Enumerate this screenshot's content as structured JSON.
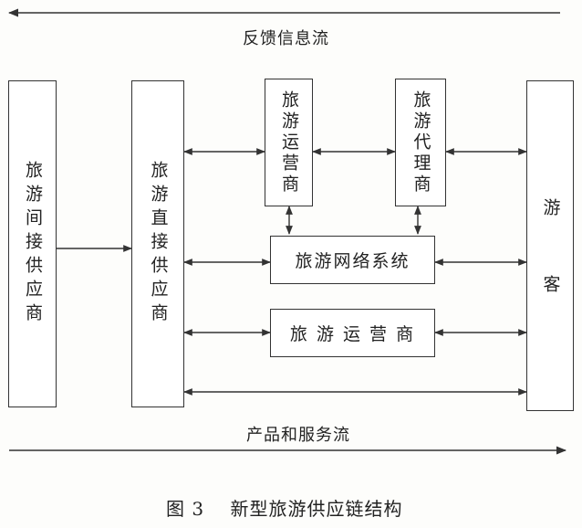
{
  "diagram": {
    "feedback_flow_label": "反馈信息流",
    "product_flow_label": "产品和服务流",
    "nodes": {
      "indirect_supplier": "旅游间接供应商",
      "direct_supplier": "旅游直接供应商",
      "tour_operator_top": "旅游运营商",
      "travel_agent": "旅游代理商",
      "network_system": "旅游网络系统",
      "tour_operator_bottom": "旅 游 运 营 商",
      "tourist": "游　　　客"
    }
  },
  "caption": "图 3　 新型旅游供应链结构",
  "colors": {
    "line": "#333333",
    "background": "#fdfdfb"
  }
}
